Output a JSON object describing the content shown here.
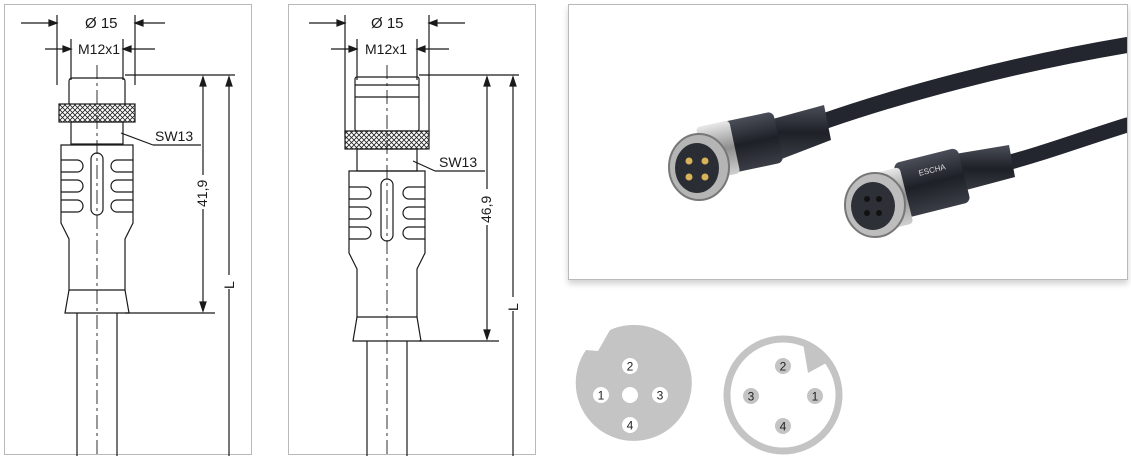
{
  "female_drawing": {
    "diameter_label": "Ø 15",
    "thread_label": "M12x1",
    "wrench_label": "SW13",
    "length_label": "41,9",
    "total_label": "L"
  },
  "male_drawing": {
    "diameter_label": "Ø 15",
    "thread_label": "M12x1",
    "wrench_label": "SW13",
    "length_label": "46,9",
    "total_label": "L"
  },
  "photo": {
    "brand_text": "ESCHA"
  },
  "pinout_female": {
    "pins": [
      "1",
      "2",
      "3",
      "4"
    ]
  },
  "pinout_male": {
    "pins": [
      "1",
      "2",
      "3",
      "4"
    ]
  },
  "colors": {
    "line": "#1a1a1a",
    "pinout_fill": "#c4c4c4",
    "pin_fill": "#d9d9d9",
    "photo_bg": "#ffffff",
    "cable": "#23262e"
  }
}
